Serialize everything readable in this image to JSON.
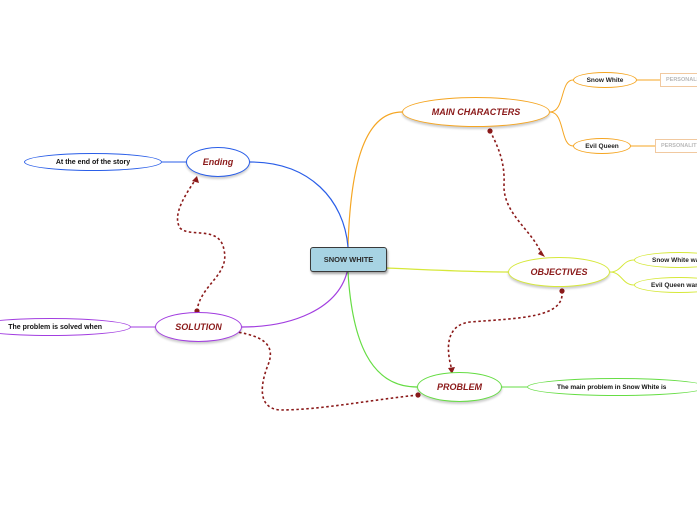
{
  "central": {
    "label": "SNOW WHITE"
  },
  "branches": {
    "main_characters": {
      "label": "MAIN CHARACTERS",
      "color": "#f5a623"
    },
    "objectives": {
      "label": "OBJECTIVES",
      "color": "#d6e83a"
    },
    "problem": {
      "label": "PROBLEM",
      "color": "#66dd44"
    },
    "solution": {
      "label": "SOLUTION",
      "color": "#a23ee0"
    },
    "ending": {
      "label": "Ending",
      "color": "#2a5ee8"
    }
  },
  "subtopics": {
    "snow_white": {
      "label": "Snow White",
      "personality": "PERSONALITY"
    },
    "evil_queen": {
      "label": "Evil Queen",
      "personality": "PERSONALITY"
    },
    "objective_1": {
      "label": "Snow White wants"
    },
    "objective_2": {
      "label": "Evil Queen wants"
    },
    "problem_1": {
      "label": "The main problem in Snow White is"
    },
    "solution_1": {
      "label": "The problem is solved when"
    },
    "ending_1": {
      "label": "At the end of the story"
    }
  },
  "relation_color": "#8b1a1a"
}
